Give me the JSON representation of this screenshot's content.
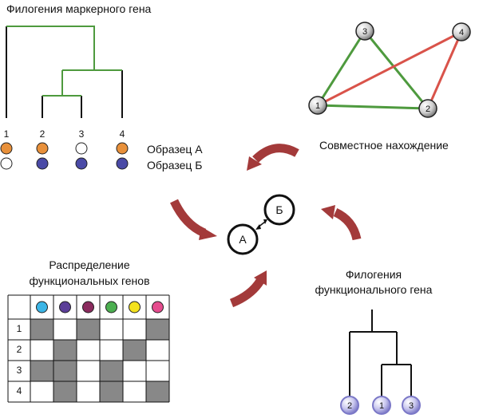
{
  "marker_phylogeny": {
    "title": "Филогения маркерного гена",
    "leaves": [
      "1",
      "2",
      "3",
      "4"
    ],
    "sample_a_label": "Образец А",
    "sample_b_label": "Образец Б",
    "sample_a_present": [
      true,
      true,
      false,
      true
    ],
    "sample_b_present": [
      false,
      true,
      true,
      true
    ],
    "sample_a_color": "#E8903A",
    "sample_b_color": "#4A4AA6"
  },
  "cooccurrence": {
    "title": "Совместное нахождение",
    "nodes": [
      "1",
      "2",
      "3",
      "4"
    ],
    "positive_color": "#4E9A3E",
    "negative_color": "#D9534A"
  },
  "center": {
    "node_a": "А",
    "node_b": "Б",
    "arrow_color": "#A33A3A"
  },
  "functional_distribution": {
    "title_line1": "Распределение",
    "title_line2": "функциональных генов",
    "column_colors": [
      "#3BB5E6",
      "#5B3E98",
      "#8A2B5E",
      "#4CAF50",
      "#F4E21E",
      "#E54C8E"
    ],
    "row_labels": [
      "1",
      "2",
      "3",
      "4"
    ],
    "cells": [
      [
        1,
        0,
        1,
        0,
        0,
        1
      ],
      [
        0,
        1,
        0,
        0,
        1,
        0
      ],
      [
        1,
        1,
        0,
        1,
        0,
        0
      ],
      [
        0,
        1,
        0,
        1,
        0,
        1
      ]
    ],
    "filled_color": "#888888"
  },
  "functional_phylogeny": {
    "title_line1": "Филогения",
    "title_line2": "функционального гена",
    "leaves": [
      "2",
      "1",
      "3"
    ],
    "leaf_color": "#7B78C7"
  }
}
